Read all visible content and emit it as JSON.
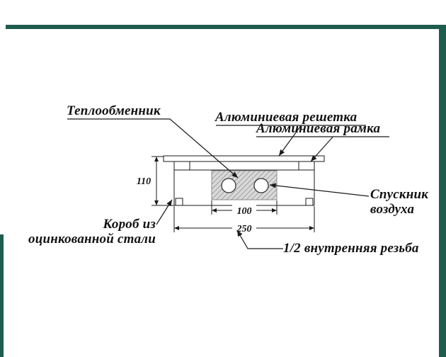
{
  "page": {
    "background": "#ffffff",
    "border_color": "#1e5c4e",
    "line_color": "#1a1a1a",
    "hatch_fill": "#d9d9d9",
    "hatch_line": "#8f8f8f"
  },
  "diagram": {
    "labels": {
      "heat_exchanger": "Теплообменник",
      "aluminum_grille": "Алюминиевая решетка",
      "aluminum_frame": "Алюминиевая рамка",
      "air_vent_line1": "Спускник",
      "air_vent_line2": "воздуха",
      "steel_box_line1": "Короб из",
      "steel_box_line2": "оцинкованной стали",
      "inner_thread": "1/2 внутренняя резьба"
    },
    "dimensions": {
      "height_mm": "110",
      "exchanger_width_mm": "100",
      "overall_width_mm": "250"
    }
  }
}
